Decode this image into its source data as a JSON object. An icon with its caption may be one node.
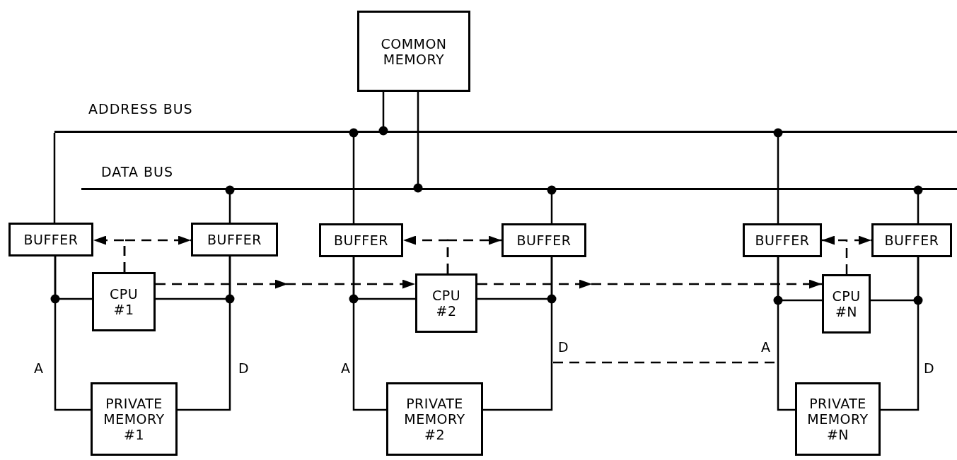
{
  "diagram": {
    "nodes": [
      {
        "text": [
          "COMMON MEMORY"
        ]
      },
      {
        "text": [],
        "shape": "bar"
      },
      {
        "text": [],
        "shape": "bar"
      },
      {
        "text": [
          "BUFFER"
        ]
      },
      {
        "text": [
          "BUFFER"
        ]
      },
      {
        "text": [
          "BUFFER"
        ]
      },
      {
        "text": [
          "BUFFER"
        ]
      },
      {
        "text": [
          "BUFFER"
        ]
      },
      {
        "text": [
          "BUFFER"
        ]
      },
      {
        "text": [
          "CPU #1"
        ]
      },
      {
        "text": [
          "CPU #2"
        ]
      },
      {
        "text": [
          "CPU #N"
        ]
      },
      {
        "text": [
          "PRIVATE MEMORY #1"
        ]
      },
      {
        "text": [
          "PRIVATE MEMORY #2"
        ]
      },
      {
        "text": [
          "PRIVATE MEMORY #N"
        ]
      }
    ],
    "edges": [
      {
        "from": 0,
        "to": 1,
        "arrow": "other"
      },
      {
        "from": 0,
        "to": 2,
        "arrow": "other"
      },
      {
        "from": 1,
        "to": 3,
        "arrow": "none"
      },
      {
        "from": 4,
        "to": 2,
        "arrow": "other"
      },
      {
        "from": 5,
        "to": 1,
        "arrow": "other"
      },
      {
        "from": 6,
        "to": 2,
        "arrow": "other"
      },
      {
        "from": 7,
        "to": 1,
        "arrow": "other"
      },
      {
        "from": 8,
        "to": 2,
        "arrow": "other"
      },
      {
        "from": 3,
        "to": 9,
        "arrow": "none"
      },
      {
        "from": 3,
        "to": 12,
        "arrow": "none"
      },
      {
        "from": 4,
        "to": 9,
        "arrow": "none"
      },
      {
        "from": 4,
        "to": 12,
        "arrow": "none"
      },
      {
        "from": 5,
        "to": 10,
        "arrow": "none"
      },
      {
        "from": 5,
        "to": 13,
        "arrow": "none"
      },
      {
        "from": 6,
        "to": 10,
        "arrow": "none"
      },
      {
        "from": 6,
        "to": 13,
        "arrow": "none"
      },
      {
        "from": 7,
        "to": 11,
        "arrow": "none"
      },
      {
        "from": 7,
        "to": 14,
        "arrow": "none"
      },
      {
        "from": 8,
        "to": 11,
        "arrow": "none"
      },
      {
        "from": 8,
        "to": 14,
        "arrow": "none"
      },
      {
        "from": 9,
        "to": 3,
        "arrow": "to",
        "style": "dashed"
      },
      {
        "from": 9,
        "to": 4,
        "arrow": "to",
        "style": "dashed"
      },
      {
        "from": 10,
        "to": 5,
        "arrow": "to",
        "style": "dashed"
      },
      {
        "from": 10,
        "to": 6,
        "arrow": "to",
        "style": "dashed"
      },
      {
        "from": 11,
        "to": 7,
        "arrow": "to",
        "style": "dashed"
      },
      {
        "from": null,
        "to": 8,
        "arrow": "to",
        "style": "dashed"
      },
      {
        "from": 9,
        "to": 10,
        "arrow": "to",
        "style": "dashed"
      },
      {
        "from": 10,
        "to": 11,
        "arrow": "to",
        "style": "dashed"
      }
    ],
    "labels": [
      "ADDRESS BUS",
      "DATA BUS",
      "D",
      "A",
      "A",
      "D",
      "A",
      "D"
    ]
  }
}
